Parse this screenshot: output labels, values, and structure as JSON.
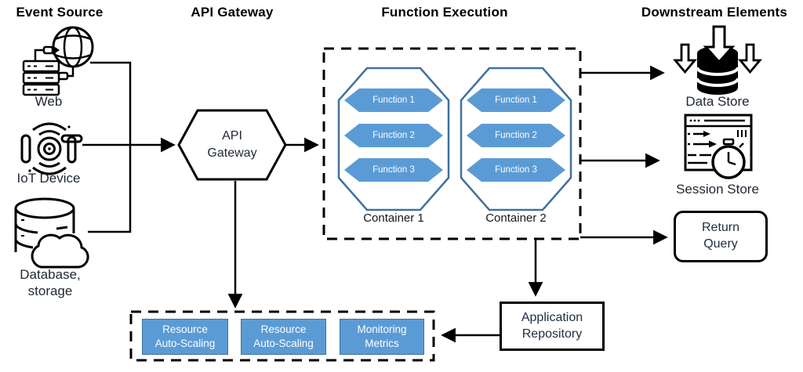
{
  "headers": {
    "event_source": "Event Source",
    "api_gateway": "API Gateway",
    "function_execution": "Function Execution",
    "downstream_elements": "Downstream Elements"
  },
  "event_sources": {
    "web_label": "Web",
    "iot_label": "IoT Device",
    "database_label_line1": "Database,",
    "database_label_line2": "storage"
  },
  "gateway": {
    "line1": "API",
    "line2": "Gateway"
  },
  "function_execution": {
    "containers": [
      {
        "label": "Container 1",
        "functions": [
          "Function 1",
          "Function 2",
          "Function 3"
        ]
      },
      {
        "label": "Container 2",
        "functions": [
          "Function 1",
          "Function 2",
          "Function 3"
        ]
      }
    ]
  },
  "downstream": {
    "data_store_label": "Data Store",
    "session_store_label": "Session Store",
    "return_query_line1": "Return",
    "return_query_line2": "Query"
  },
  "repository": {
    "line1": "Application",
    "line2": "Repository"
  },
  "scaling_boxes": [
    {
      "line1": "Resource",
      "line2": "Auto-Scaling"
    },
    {
      "line1": "Resource",
      "line2": "Auto-Scaling"
    },
    {
      "line1": "Monitoring",
      "line2": "Metrics"
    }
  ],
  "icons": {
    "web": "globe-connected-to-server",
    "iot": "iot-signal-letters",
    "database": "database-cylinder-with-cloud",
    "data_store": "black-database-with-down-arrows",
    "session_store": "browser-window-with-stopwatch"
  },
  "colors": {
    "function_blue": "#5b9bd5",
    "octagon_stroke": "#41719c",
    "line_black": "#000000",
    "label_dark": "#1f2733"
  }
}
